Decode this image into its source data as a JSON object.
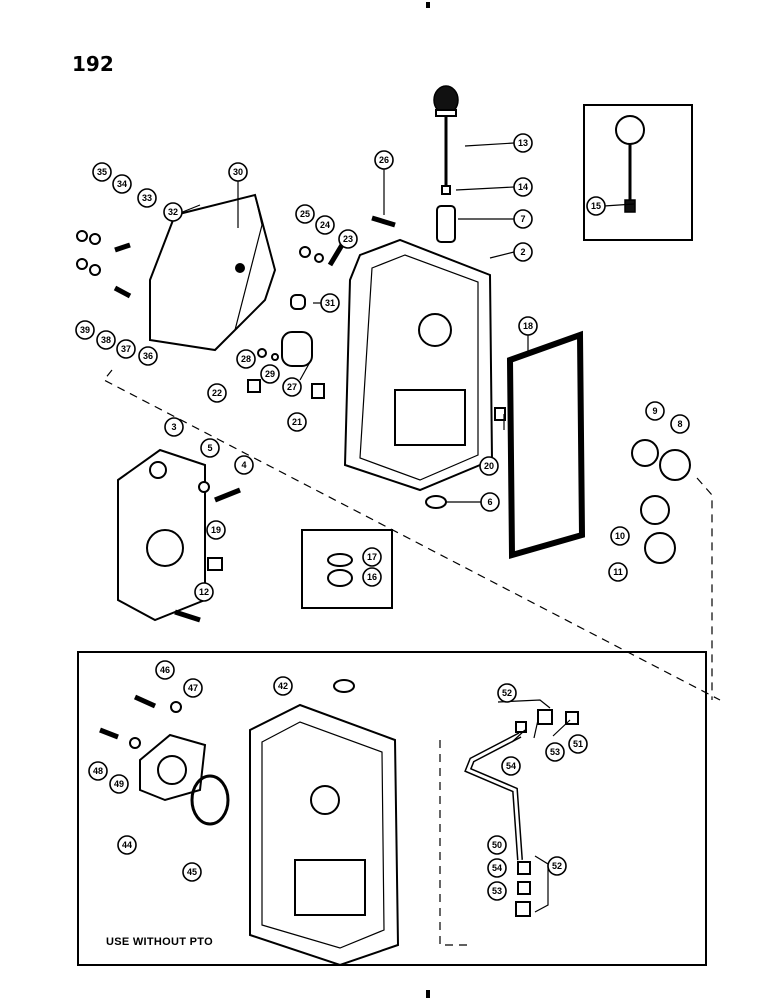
{
  "page_number": "192",
  "inset_caption": "USE WITHOUT PTO",
  "callouts": [
    "2",
    "3",
    "4",
    "5",
    "6",
    "7",
    "8",
    "9",
    "10",
    "11",
    "12",
    "13",
    "14",
    "15",
    "16",
    "17",
    "18",
    "19",
    "20",
    "21",
    "22",
    "23",
    "24",
    "25",
    "26",
    "27",
    "28",
    "29",
    "30",
    "31",
    "32",
    "33",
    "34",
    "35",
    "36",
    "37",
    "38",
    "39",
    "42",
    "44",
    "45",
    "46",
    "47",
    "48",
    "49",
    "50",
    "51",
    "52",
    "52",
    "53",
    "53",
    "54",
    "54"
  ]
}
